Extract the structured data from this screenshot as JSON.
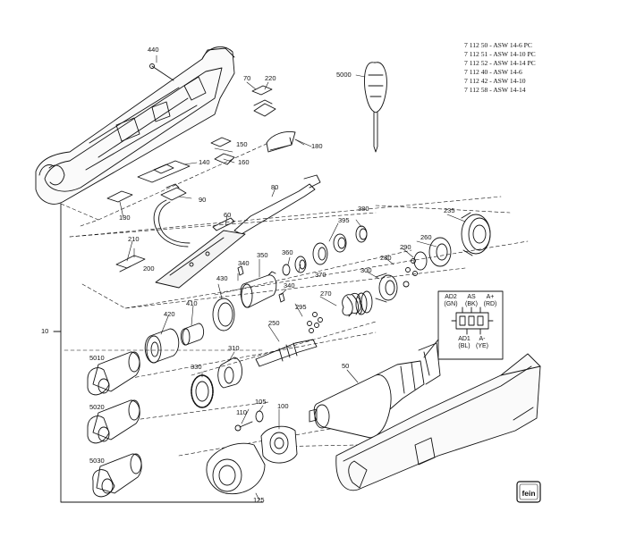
{
  "model_list": [
    "7 112 50 - ASW 14-6 PC",
    "7 112 51 - ASW 14-10 PC",
    "7 112 52 - ASW 14-14 PC",
    "7 112 40 - ASW 14-6",
    "7 112 42 - ASW 14-10",
    "7 112 58 - ASW 14-14"
  ],
  "part_numbers": {
    "p440": "440",
    "p70": "70",
    "p220": "220",
    "p150": "150",
    "p140": "140",
    "p160": "160",
    "p180": "180",
    "p90": "90",
    "p130": "130",
    "p80": "80",
    "p60": "60",
    "p210": "210",
    "p200": "200",
    "p5000": "5000",
    "p380": "380",
    "p395": "395",
    "p235": "235",
    "p360": "360",
    "p340a": "340",
    "p340b": "340",
    "p350": "350",
    "p370": "370",
    "p260": "260",
    "p290": "290",
    "p280": "280",
    "p300": "300",
    "p270": "270",
    "p430": "430",
    "p410": "410",
    "p420": "420",
    "p295": "295",
    "p250": "250",
    "p310": "310",
    "p330": "330",
    "p10": "10",
    "p5010": "5010",
    "p5020": "5020",
    "p5030": "5030",
    "p110": "110",
    "p105": "105",
    "p100": "100",
    "p125": "125",
    "p50": "50"
  },
  "wiring": {
    "ad2": "AD2",
    "ad2_color": "(GN)",
    "as": "AS",
    "as_color": "(BK)",
    "aplus": "A+",
    "aplus_color": "(RD)",
    "ad1": "AD1",
    "ad1_color": "(BL)",
    "aminus": "A-",
    "aminus_color": "(YE)"
  },
  "logo_text": "fein"
}
